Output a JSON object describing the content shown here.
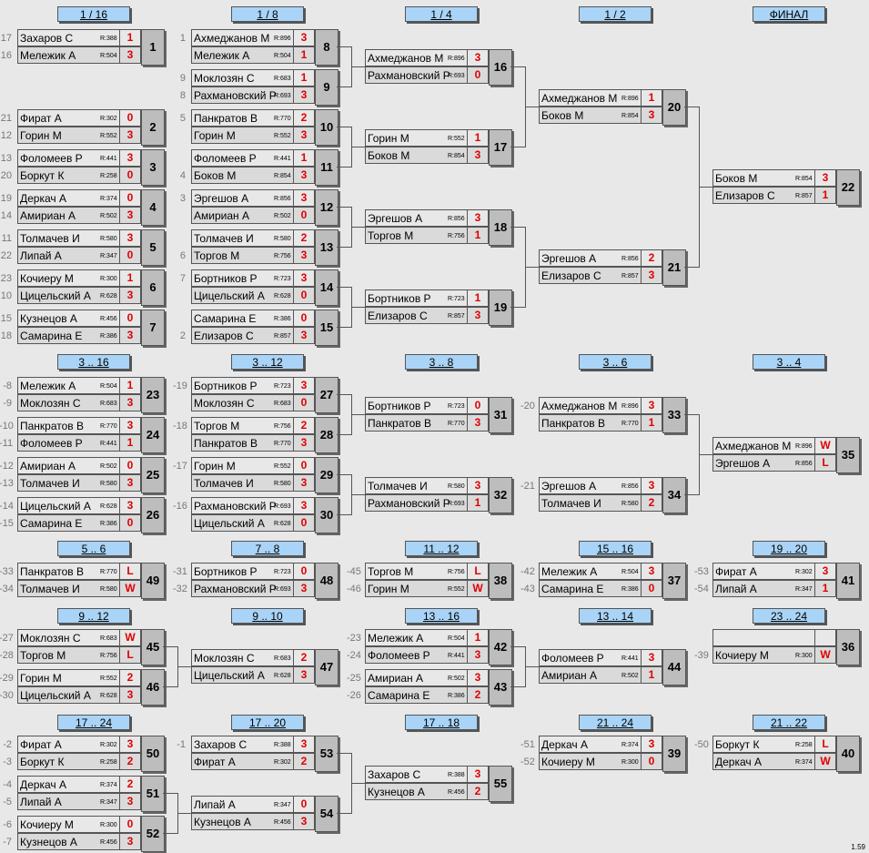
{
  "headers": [
    {
      "id": "h16",
      "text": "1 / 16"
    },
    {
      "id": "h8",
      "text": "1 / 8"
    },
    {
      "id": "h4",
      "text": "1 / 4"
    },
    {
      "id": "h2",
      "text": "1 / 2"
    },
    {
      "id": "hf",
      "text": "ФИНАЛ"
    },
    {
      "id": "h316",
      "text": "3 .. 16"
    },
    {
      "id": "h312",
      "text": "3 .. 12"
    },
    {
      "id": "h38",
      "text": "3 .. 8"
    },
    {
      "id": "h36",
      "text": "3 .. 6"
    },
    {
      "id": "h34",
      "text": "3 .. 4"
    },
    {
      "id": "h56",
      "text": "5 .. 6"
    },
    {
      "id": "h78",
      "text": "7 .. 8"
    },
    {
      "id": "h1112",
      "text": "11 .. 12"
    },
    {
      "id": "h1516",
      "text": "15 .. 16"
    },
    {
      "id": "h1920",
      "text": "19 .. 20"
    },
    {
      "id": "h912",
      "text": "9 .. 12"
    },
    {
      "id": "h910",
      "text": "9 .. 10"
    },
    {
      "id": "h1316",
      "text": "13 .. 16"
    },
    {
      "id": "h1314",
      "text": "13 .. 14"
    },
    {
      "id": "h2324",
      "text": "23 .. 24"
    },
    {
      "id": "h1724",
      "text": "17 .. 24"
    },
    {
      "id": "h1720",
      "text": "17 .. 20"
    },
    {
      "id": "h1718",
      "text": "17 .. 18"
    },
    {
      "id": "h2124",
      "text": "21 .. 24"
    },
    {
      "id": "h2122",
      "text": "21 .. 22"
    }
  ],
  "matches": [
    {
      "num": "1",
      "p": [
        {
          "seed": "17",
          "name": "Захаров С",
          "rating": "R:388",
          "score": "1"
        },
        {
          "seed": "16",
          "name": "Мележик А",
          "rating": "R:504",
          "score": "3"
        }
      ]
    },
    {
      "num": "2",
      "p": [
        {
          "seed": "21",
          "name": "Фират А",
          "rating": "R:302",
          "score": "0"
        },
        {
          "seed": "12",
          "name": "Горин М",
          "rating": "R:552",
          "score": "3"
        }
      ]
    },
    {
      "num": "3",
      "p": [
        {
          "seed": "13",
          "name": "Фоломеев Р",
          "rating": "R:441",
          "score": "3"
        },
        {
          "seed": "20",
          "name": "Боркут К",
          "rating": "R:258",
          "score": "0"
        }
      ]
    },
    {
      "num": "4",
      "p": [
        {
          "seed": "19",
          "name": "Деркач А",
          "rating": "R:374",
          "score": "0"
        },
        {
          "seed": "14",
          "name": "Амириан А",
          "rating": "R:502",
          "score": "3"
        }
      ]
    },
    {
      "num": "5",
      "p": [
        {
          "seed": "11",
          "name": "Толмачев И",
          "rating": "R:580",
          "score": "3"
        },
        {
          "seed": "22",
          "name": "Липай А",
          "rating": "R:347",
          "score": "0"
        }
      ]
    },
    {
      "num": "6",
      "p": [
        {
          "seed": "23",
          "name": "Кочиеру М",
          "rating": "R:300",
          "score": "1"
        },
        {
          "seed": "10",
          "name": "Цицельский А",
          "rating": "R:628",
          "score": "3"
        }
      ]
    },
    {
      "num": "7",
      "p": [
        {
          "seed": "15",
          "name": "Кузнецов А",
          "rating": "R:456",
          "score": "0"
        },
        {
          "seed": "18",
          "name": "Самарина Е",
          "rating": "R:386",
          "score": "3"
        }
      ]
    },
    {
      "num": "8",
      "p": [
        {
          "seed": "1",
          "name": "Ахмеджанов М",
          "rating": "R:896",
          "score": "3"
        },
        {
          "seed": "",
          "name": "Мележик А",
          "rating": "R:504",
          "score": "1"
        }
      ]
    },
    {
      "num": "9",
      "p": [
        {
          "seed": "9",
          "name": "Моклозян С",
          "rating": "R:683",
          "score": "1"
        },
        {
          "seed": "8",
          "name": "Рахмановский Р",
          "rating": "R:693",
          "score": "3"
        }
      ]
    },
    {
      "num": "10",
      "p": [
        {
          "seed": "5",
          "name": "Панкратов В",
          "rating": "R:770",
          "score": "2"
        },
        {
          "seed": "",
          "name": "Горин М",
          "rating": "R:552",
          "score": "3"
        }
      ]
    },
    {
      "num": "11",
      "p": [
        {
          "seed": "",
          "name": "Фоломеев Р",
          "rating": "R:441",
          "score": "1"
        },
        {
          "seed": "4",
          "name": "Боков М",
          "rating": "R:854",
          "score": "3"
        }
      ]
    },
    {
      "num": "12",
      "p": [
        {
          "seed": "3",
          "name": "Эргешов А",
          "rating": "R:856",
          "score": "3"
        },
        {
          "seed": "",
          "name": "Амириан А",
          "rating": "R:502",
          "score": "0"
        }
      ]
    },
    {
      "num": "13",
      "p": [
        {
          "seed": "",
          "name": "Толмачев И",
          "rating": "R:580",
          "score": "2"
        },
        {
          "seed": "6",
          "name": "Торгов М",
          "rating": "R:756",
          "score": "3"
        }
      ]
    },
    {
      "num": "14",
      "p": [
        {
          "seed": "7",
          "name": "Бортников Р",
          "rating": "R:723",
          "score": "3"
        },
        {
          "seed": "",
          "name": "Цицельский А",
          "rating": "R:628",
          "score": "0"
        }
      ]
    },
    {
      "num": "15",
      "p": [
        {
          "seed": "",
          "name": "Самарина Е",
          "rating": "R:386",
          "score": "0"
        },
        {
          "seed": "2",
          "name": "Елизаров С",
          "rating": "R:857",
          "score": "3"
        }
      ]
    },
    {
      "num": "16",
      "p": [
        {
          "seed": "",
          "name": "Ахмеджанов М",
          "rating": "R:896",
          "score": "3"
        },
        {
          "seed": "",
          "name": "Рахмановский Р",
          "rating": "R:693",
          "score": "0"
        }
      ]
    },
    {
      "num": "17",
      "p": [
        {
          "seed": "",
          "name": "Горин М",
          "rating": "R:552",
          "score": "1"
        },
        {
          "seed": "",
          "name": "Боков М",
          "rating": "R:854",
          "score": "3"
        }
      ]
    },
    {
      "num": "18",
      "p": [
        {
          "seed": "",
          "name": "Эргешов А",
          "rating": "R:856",
          "score": "3"
        },
        {
          "seed": "",
          "name": "Торгов М",
          "rating": "R:756",
          "score": "1"
        }
      ]
    },
    {
      "num": "19",
      "p": [
        {
          "seed": "",
          "name": "Бортников Р",
          "rating": "R:723",
          "score": "1"
        },
        {
          "seed": "",
          "name": "Елизаров С",
          "rating": "R:857",
          "score": "3"
        }
      ]
    },
    {
      "num": "20",
      "p": [
        {
          "seed": "",
          "name": "Ахмеджанов М",
          "rating": "R:896",
          "score": "1"
        },
        {
          "seed": "",
          "name": "Боков М",
          "rating": "R:854",
          "score": "3"
        }
      ]
    },
    {
      "num": "21",
      "p": [
        {
          "seed": "",
          "name": "Эргешов А",
          "rating": "R:856",
          "score": "2"
        },
        {
          "seed": "",
          "name": "Елизаров С",
          "rating": "R:857",
          "score": "3"
        }
      ]
    },
    {
      "num": "22",
      "p": [
        {
          "seed": "",
          "name": "Боков М",
          "rating": "R:854",
          "score": "3"
        },
        {
          "seed": "",
          "name": "Елизаров С",
          "rating": "R:857",
          "score": "1"
        }
      ]
    },
    {
      "num": "23",
      "p": [
        {
          "seed": "-8",
          "name": "Мележик А",
          "rating": "R:504",
          "score": "1"
        },
        {
          "seed": "-9",
          "name": "Моклозян С",
          "rating": "R:683",
          "score": "3"
        }
      ]
    },
    {
      "num": "24",
      "p": [
        {
          "seed": "-10",
          "name": "Панкратов В",
          "rating": "R:770",
          "score": "3"
        },
        {
          "seed": "-11",
          "name": "Фоломеев Р",
          "rating": "R:441",
          "score": "1"
        }
      ]
    },
    {
      "num": "25",
      "p": [
        {
          "seed": "-12",
          "name": "Амириан А",
          "rating": "R:502",
          "score": "0"
        },
        {
          "seed": "-13",
          "name": "Толмачев И",
          "rating": "R:580",
          "score": "3"
        }
      ]
    },
    {
      "num": "26",
      "p": [
        {
          "seed": "-14",
          "name": "Цицельский А",
          "rating": "R:628",
          "score": "3"
        },
        {
          "seed": "-15",
          "name": "Самарина Е",
          "rating": "R:386",
          "score": "0"
        }
      ]
    },
    {
      "num": "27",
      "p": [
        {
          "seed": "-19",
          "name": "Бортников Р",
          "rating": "R:723",
          "score": "3"
        },
        {
          "seed": "",
          "name": "Моклозян С",
          "rating": "R:683",
          "score": "0"
        }
      ]
    },
    {
      "num": "28",
      "p": [
        {
          "seed": "-18",
          "name": "Торгов М",
          "rating": "R:756",
          "score": "2"
        },
        {
          "seed": "",
          "name": "Панкратов В",
          "rating": "R:770",
          "score": "3"
        }
      ]
    },
    {
      "num": "29",
      "p": [
        {
          "seed": "-17",
          "name": "Горин М",
          "rating": "R:552",
          "score": "0"
        },
        {
          "seed": "",
          "name": "Толмачев И",
          "rating": "R:580",
          "score": "3"
        }
      ]
    },
    {
      "num": "30",
      "p": [
        {
          "seed": "-16",
          "name": "Рахмановский Р",
          "rating": "R:693",
          "score": "3"
        },
        {
          "seed": "",
          "name": "Цицельский А",
          "rating": "R:628",
          "score": "0"
        }
      ]
    },
    {
      "num": "31",
      "p": [
        {
          "seed": "",
          "name": "Бортников Р",
          "rating": "R:723",
          "score": "0"
        },
        {
          "seed": "",
          "name": "Панкратов В",
          "rating": "R:770",
          "score": "3"
        }
      ]
    },
    {
      "num": "32",
      "p": [
        {
          "seed": "",
          "name": "Толмачев И",
          "rating": "R:580",
          "score": "3"
        },
        {
          "seed": "",
          "name": "Рахмановский Р",
          "rating": "R:693",
          "score": "1"
        }
      ]
    },
    {
      "num": "33",
      "p": [
        {
          "seed": "-20",
          "name": "Ахмеджанов М",
          "rating": "R:896",
          "score": "3"
        },
        {
          "seed": "",
          "name": "Панкратов В",
          "rating": "R:770",
          "score": "1"
        }
      ]
    },
    {
      "num": "34",
      "p": [
        {
          "seed": "-21",
          "name": "Эргешов А",
          "rating": "R:856",
          "score": "3"
        },
        {
          "seed": "",
          "name": "Толмачев И",
          "rating": "R:580",
          "score": "2"
        }
      ]
    },
    {
      "num": "35",
      "p": [
        {
          "seed": "",
          "name": "Ахмеджанов М",
          "rating": "R:896",
          "score": "W"
        },
        {
          "seed": "",
          "name": "Эргешов А",
          "rating": "R:856",
          "score": "L"
        }
      ]
    },
    {
      "num": "49",
      "p": [
        {
          "seed": "-33",
          "name": "Панкратов В",
          "rating": "R:770",
          "score": "L"
        },
        {
          "seed": "-34",
          "name": "Толмачев И",
          "rating": "R:580",
          "score": "W"
        }
      ]
    },
    {
      "num": "48",
      "p": [
        {
          "seed": "-31",
          "name": "Бортников Р",
          "rating": "R:723",
          "score": "0"
        },
        {
          "seed": "-32",
          "name": "Рахмановский Р",
          "rating": "R:693",
          "score": "3"
        }
      ]
    },
    {
      "num": "38",
      "p": [
        {
          "seed": "-45",
          "name": "Торгов М",
          "rating": "R:756",
          "score": "L"
        },
        {
          "seed": "-46",
          "name": "Горин М",
          "rating": "R:552",
          "score": "W"
        }
      ]
    },
    {
      "num": "37",
      "p": [
        {
          "seed": "-42",
          "name": "Мележик А",
          "rating": "R:504",
          "score": "3"
        },
        {
          "seed": "-43",
          "name": "Самарина Е",
          "rating": "R:386",
          "score": "0"
        }
      ]
    },
    {
      "num": "41",
      "p": [
        {
          "seed": "-53",
          "name": "Фират А",
          "rating": "R:302",
          "score": "3"
        },
        {
          "seed": "-54",
          "name": "Липай А",
          "rating": "R:347",
          "score": "1"
        }
      ]
    },
    {
      "num": "45",
      "p": [
        {
          "seed": "-27",
          "name": "Моклозян С",
          "rating": "R:683",
          "score": "W"
        },
        {
          "seed": "-28",
          "name": "Торгов М",
          "rating": "R:756",
          "score": "L"
        }
      ]
    },
    {
      "num": "46",
      "p": [
        {
          "seed": "-29",
          "name": "Горин М",
          "rating": "R:552",
          "score": "2"
        },
        {
          "seed": "-30",
          "name": "Цицельский А",
          "rating": "R:628",
          "score": "3"
        }
      ]
    },
    {
      "num": "47",
      "p": [
        {
          "seed": "",
          "name": "Моклозян С",
          "rating": "R:683",
          "score": "2"
        },
        {
          "seed": "",
          "name": "Цицельский А",
          "rating": "R:628",
          "score": "3"
        }
      ]
    },
    {
      "num": "42",
      "p": [
        {
          "seed": "-23",
          "name": "Мележик А",
          "rating": "R:504",
          "score": "1"
        },
        {
          "seed": "-24",
          "name": "Фоломеев Р",
          "rating": "R:441",
          "score": "3"
        }
      ]
    },
    {
      "num": "43",
      "p": [
        {
          "seed": "-25",
          "name": "Амириан А",
          "rating": "R:502",
          "score": "3"
        },
        {
          "seed": "-26",
          "name": "Самарина Е",
          "rating": "R:386",
          "score": "2"
        }
      ]
    },
    {
      "num": "44",
      "p": [
        {
          "seed": "",
          "name": "Фоломеев Р",
          "rating": "R:441",
          "score": "3"
        },
        {
          "seed": "",
          "name": "Амириан А",
          "rating": "R:502",
          "score": "1"
        }
      ]
    },
    {
      "num": "36",
      "p": [
        {
          "seed": "",
          "name": "",
          "rating": "",
          "score": ""
        },
        {
          "seed": "-39",
          "name": "Кочиеру М",
          "rating": "R:300",
          "score": "W"
        }
      ]
    },
    {
      "num": "50",
      "p": [
        {
          "seed": "-2",
          "name": "Фират А",
          "rating": "R:302",
          "score": "3"
        },
        {
          "seed": "-3",
          "name": "Боркут К",
          "rating": "R:258",
          "score": "2"
        }
      ]
    },
    {
      "num": "51",
      "p": [
        {
          "seed": "-4",
          "name": "Деркач А",
          "rating": "R:374",
          "score": "2"
        },
        {
          "seed": "-5",
          "name": "Липай А",
          "rating": "R:347",
          "score": "3"
        }
      ]
    },
    {
      "num": "52",
      "p": [
        {
          "seed": "-6",
          "name": "Кочиеру М",
          "rating": "R:300",
          "score": "0"
        },
        {
          "seed": "-7",
          "name": "Кузнецов А",
          "rating": "R:456",
          "score": "3"
        }
      ]
    },
    {
      "num": "53",
      "p": [
        {
          "seed": "-1",
          "name": "Захаров С",
          "rating": "R:388",
          "score": "3"
        },
        {
          "seed": "",
          "name": "Фират А",
          "rating": "R:302",
          "score": "2"
        }
      ]
    },
    {
      "num": "54",
      "p": [
        {
          "seed": "",
          "name": "Липай А",
          "rating": "R:347",
          "score": "0"
        },
        {
          "seed": "",
          "name": "Кузнецов А",
          "rating": "R:456",
          "score": "3"
        }
      ]
    },
    {
      "num": "55",
      "p": [
        {
          "seed": "",
          "name": "Захаров С",
          "rating": "R:388",
          "score": "3"
        },
        {
          "seed": "",
          "name": "Кузнецов А",
          "rating": "R:456",
          "score": "2"
        }
      ]
    },
    {
      "num": "39",
      "p": [
        {
          "seed": "-51",
          "name": "Деркач А",
          "rating": "R:374",
          "score": "3"
        },
        {
          "seed": "-52",
          "name": "Кочиеру М",
          "rating": "R:300",
          "score": "0"
        }
      ]
    },
    {
      "num": "40",
      "p": [
        {
          "seed": "-50",
          "name": "Боркут К",
          "rating": "R:258",
          "score": "L"
        },
        {
          "seed": "",
          "name": "Деркач А",
          "rating": "R:374",
          "score": "W"
        }
      ]
    }
  ],
  "version": "1.59"
}
